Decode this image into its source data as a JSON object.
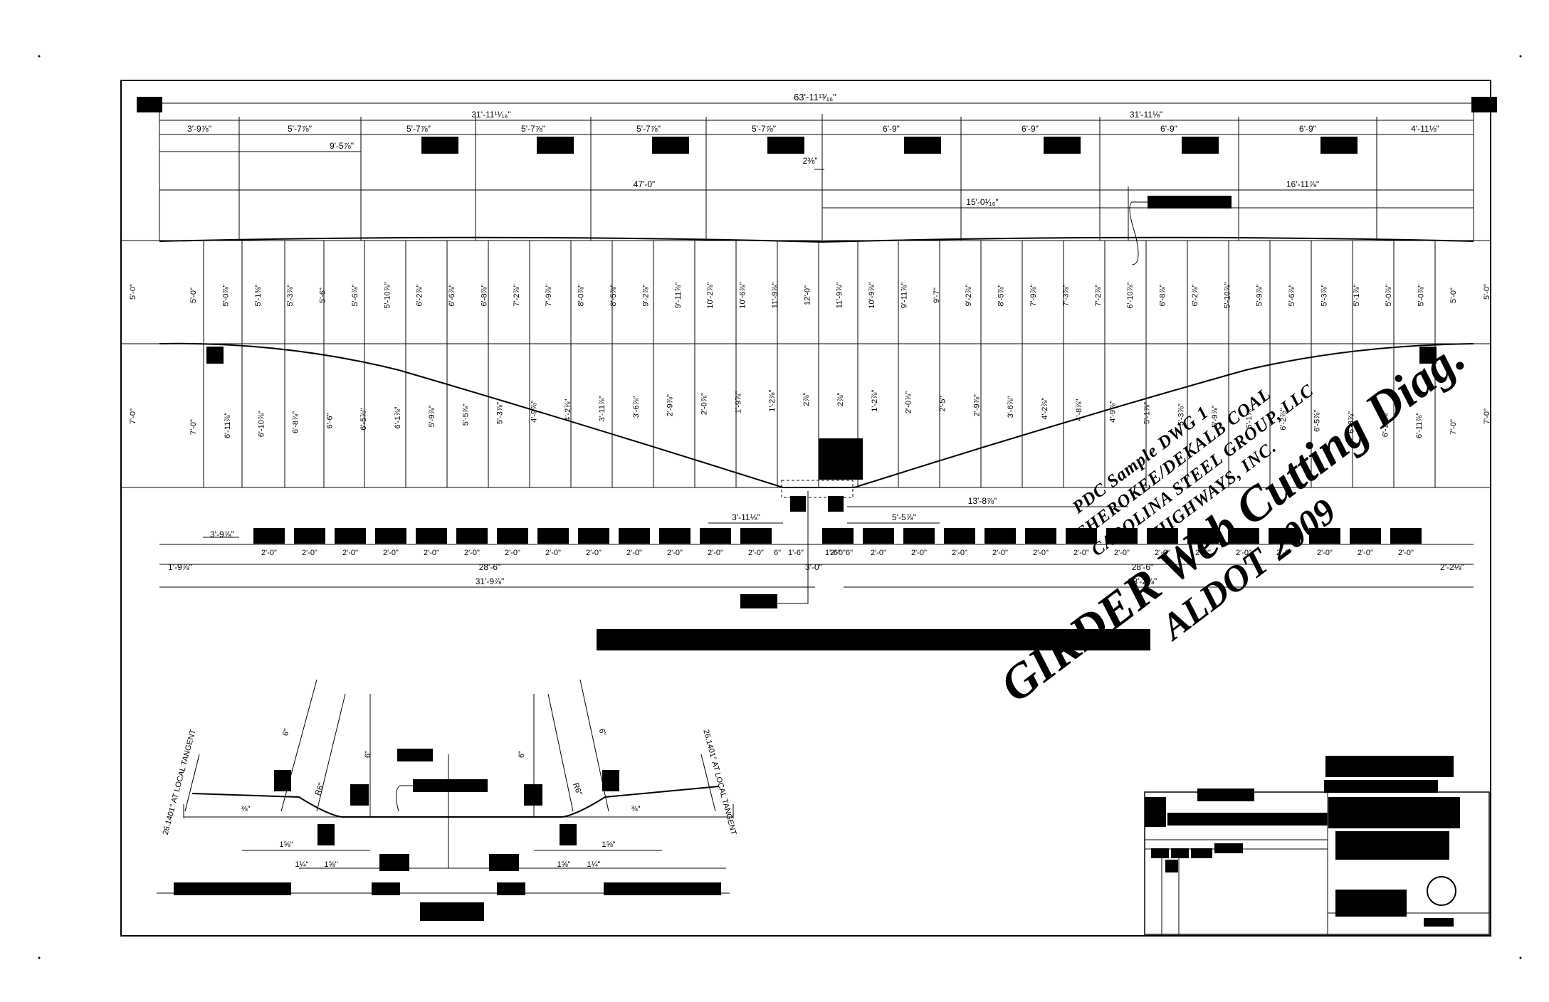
{
  "dims": {
    "overall": "63'-11¹³⁄₁₆\"",
    "left_half": "31'-11¹¹⁄₁₆\"",
    "right_half": "31'-11⅛\"",
    "top_segments_left": [
      "3'-9⅞\"",
      "5'-7⅞\"",
      "5'-7⅞\"",
      "5'-7⅞\"",
      "5'-7⅞\"",
      "5'-7⅞\""
    ],
    "top_segments_right": [
      "6'-9\"",
      "6'-9\"",
      "6'-9\"",
      "6'-9\"",
      "4'-11⅛\""
    ],
    "sub_9": "9'-5⅞\"",
    "small_2": "2⅜\"",
    "d47": "47'-0\"",
    "d16": "16'-11⅞\"",
    "d15": "15'-0¹⁄₁₆\"",
    "left_end_top": "5'-0\"",
    "left_end_bot": "7'-0\"",
    "right_end_top": "5'-0\"",
    "right_end_bot": "7'-0\"",
    "upper_verticals": [
      "5'-0\"",
      "5'-0⅞\"",
      "5'-1⅜\"",
      "5'-3⅞\"",
      "5'-6\"",
      "5'-6⅞\"",
      "5'-10⅞\"",
      "6'-2⅞\"",
      "6'-6⅞\"",
      "6'-8⅞\"",
      "7'-2⅞\"",
      "7'-9⅞\"",
      "8'-0⅞\"",
      "8'-5⅞\"",
      "9'-2⅞\"",
      "9'-11⅞\"",
      "10'-2⅞\"",
      "10'-6⅞\"",
      "11'-9⅞\"",
      "12'-0\"",
      "11'-9⅞\"",
      "10'-9⅞\"",
      "9'-11⅞\"",
      "9'-7\"",
      "9'-2⅞\"",
      "8'-5⅞\"",
      "7'-9⅞\"",
      "7'-3⅞\"",
      "7'-2⅞\"",
      "6'-10⅞\"",
      "6'-8⅞\"",
      "6'-2⅞\"",
      "5'-10⅞\"",
      "5'-9⅞\"",
      "5'-6⅞\"",
      "5'-3⅞\"",
      "5'-1⅞\"",
      "5'-0⅞\"",
      "5'-0⅞\"",
      "5'-0\""
    ],
    "lower_verticals": [
      "7'-0\"",
      "6'-11⅞\"",
      "6'-10⅞\"",
      "6'-8⅞\"",
      "6'-6\"",
      "6'-5⅞\"",
      "6'-1⅞\"",
      "5'-9⅞\"",
      "5'-5⅞\"",
      "5'-3⅞\"",
      "4'-9⅞\"",
      "4'-2⅞\"",
      "3'-11⅞\"",
      "3'-6⅞\"",
      "2'-9⅞\"",
      "2'-0⅞\"",
      "1'-9⅞\"",
      "1'-2⅞\"",
      "2⅞\"",
      "2⅞\"",
      "1'-2⅞\"",
      "2'-0⅞\"",
      "2'-5\"",
      "2'-9⅞\"",
      "3'-6⅞\"",
      "4'-2⅞\"",
      "4'-8⅞\"",
      "4'-9⅞\"",
      "5'-1⅞\"",
      "5'-3⅞\"",
      "5'-9⅞\"",
      "6'-1⅞\"",
      "6'-2⅞\"",
      "6'-5⅞\"",
      "6'-8⅞\"",
      "6'-10⅞\"",
      "6'-11⅞\"",
      "7'-0\""
    ],
    "bottom_row_left_edge": "3'-9⅞\"",
    "bottom_spacing": "2'-0\"",
    "bottom_six": "6\"",
    "bottom_center_left": "1'-6\"",
    "bottom_center_right": "1'-6\"",
    "bottom_first": "1'-9⅞\"",
    "bottom_28": "28'-6\"",
    "bottom_3": "3'-0\"",
    "bottom_28_right": "28'-6\"",
    "bottom_last": "2'-2⅛\"",
    "bottom_31": "31'-9⅞\"",
    "bottom_33": "33'-2⅞\"",
    "mid_3_11": "3'-11⅛\"",
    "mid_5_5": "5'-5⅞\"",
    "mid_13": "13'-8⅞\""
  },
  "detail": {
    "six_a": "6\"",
    "six_b": "6\"",
    "r6": "R6\"",
    "angle_left": "26.1401° AT LOCAL TANGENT",
    "angle_right": "26.1401° AT LOCAL TANGENT",
    "frac_3_8": "⅜\"",
    "frac_1_5": "1⅝\"",
    "frac_1_1": "1¼\""
  },
  "stamp": {
    "line1": "PDC Sample DWG 1",
    "line2": "CHEROKEE/DEKALB COAL",
    "line3": "CAROLINA STEEL GROUP, LLC",
    "line4": "HIGHWAYS, INC.",
    "title": "GIRDER Web Cutting Diag.",
    "subtitle": "ALDOT 2009"
  }
}
